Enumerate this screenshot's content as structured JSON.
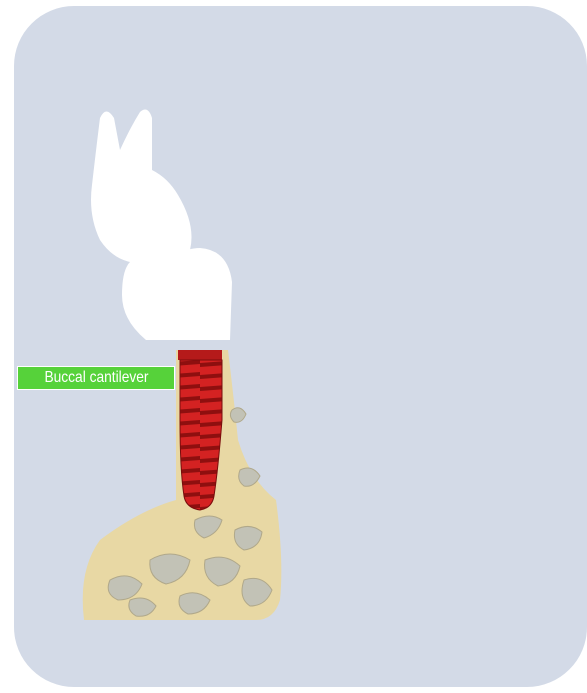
{
  "annotation": {
    "label": "Buccal cantilever"
  },
  "colors": {
    "panel_background": "#d3dae7",
    "cortical_bone": "#e8d8a4",
    "marrow_spaces": "#c2c2b6",
    "tooth": "#ffffff",
    "implant_left": "#c71d1d",
    "implant_right": "#5a5a5a",
    "graft_particles": "#e7cdb9",
    "soft_tissue_membrane": "#b8d9ac",
    "label_background": "#56d23a",
    "label_text": "#ffffff"
  },
  "icons": {
    "left_panel": "tooth-with-implant-buccal-cantilever",
    "right_panel": "tooth-with-implant-grafted-bone"
  }
}
